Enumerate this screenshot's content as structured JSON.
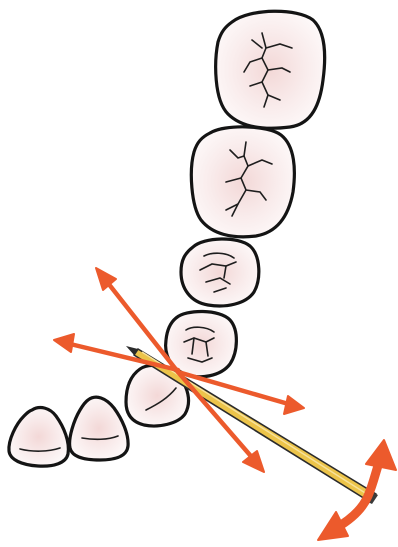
{
  "illustration": {
    "subject": "dental-arch-occlusal-view-with-toothpick",
    "colors": {
      "tooth_fill": "#fbf4f3",
      "tooth_blush": "#f0cfcf",
      "tooth_outline": "#141414",
      "fissure": "#1e1e1e",
      "arrow": "#ec5a2c",
      "toothpick_body": "#ecc44a",
      "toothpick_outline": "#2b2b2b",
      "background": "#ffffff"
    },
    "teeth": [
      {
        "type": "second-molar",
        "fissure_pattern": "molar"
      },
      {
        "type": "first-molar",
        "fissure_pattern": "molar"
      },
      {
        "type": "second-premolar",
        "fissure_pattern": "premolar"
      },
      {
        "type": "first-premolar",
        "fissure_pattern": "premolar"
      },
      {
        "type": "canine",
        "fissure_pattern": "incisal-edge"
      },
      {
        "type": "lateral-incisor",
        "fissure_pattern": "incisal-edge"
      },
      {
        "type": "central-incisor",
        "fissure_pattern": "incisal-edge"
      }
    ],
    "arrows": [
      {
        "name": "upper-left-arrow",
        "style": "single-head"
      },
      {
        "name": "left-arrow",
        "style": "single-head"
      },
      {
        "name": "lower-right-arrow",
        "style": "single-head"
      },
      {
        "name": "right-arrow",
        "style": "single-head"
      },
      {
        "name": "rocking-motion-arrow",
        "style": "double-head"
      }
    ],
    "instrument": "toothpick"
  }
}
